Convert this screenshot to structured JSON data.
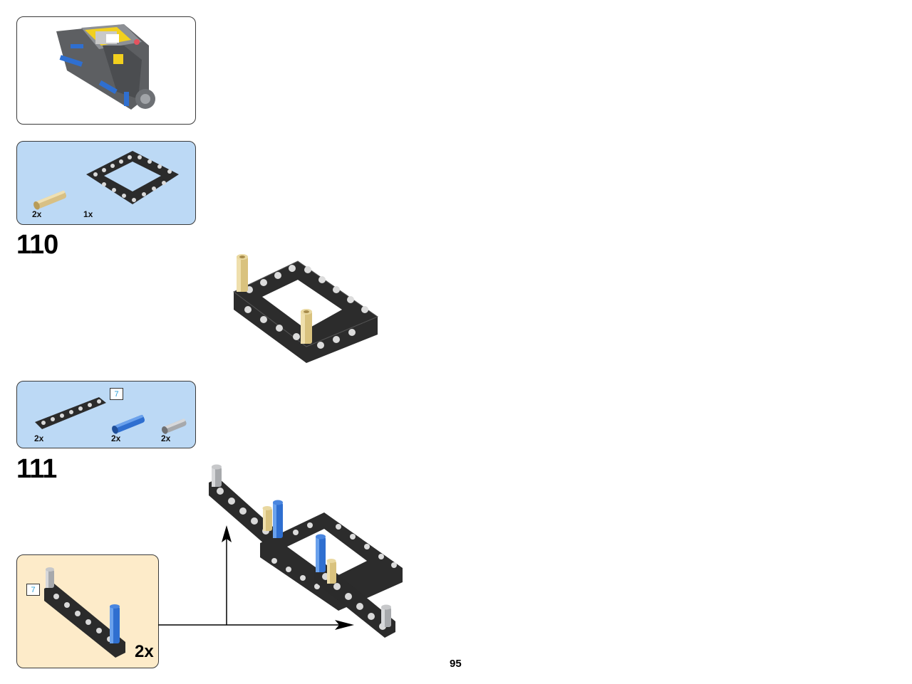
{
  "page_number": "95",
  "preview": {
    "image": "model-assembly-preview"
  },
  "steps": [
    {
      "number": "110",
      "parts": [
        {
          "image": "tan-axle-pin",
          "qty": "2x"
        },
        {
          "image": "black-liftarm-frame-5x7",
          "qty": "1x"
        }
      ]
    },
    {
      "number": "111",
      "parts": [
        {
          "image": "black-liftarm-1x7",
          "qty": "2x",
          "length_ref": "7"
        },
        {
          "image": "blue-axle-pin",
          "qty": "2x"
        },
        {
          "image": "grey-friction-pin",
          "qty": "2x"
        }
      ],
      "subassembly": {
        "length_ref": "7",
        "multiplier": "2x"
      }
    }
  ],
  "colors": {
    "parts_bg": "#bcd9f5",
    "subassembly_bg": "#fdebc9",
    "ref_number": "#2c9fd6"
  }
}
